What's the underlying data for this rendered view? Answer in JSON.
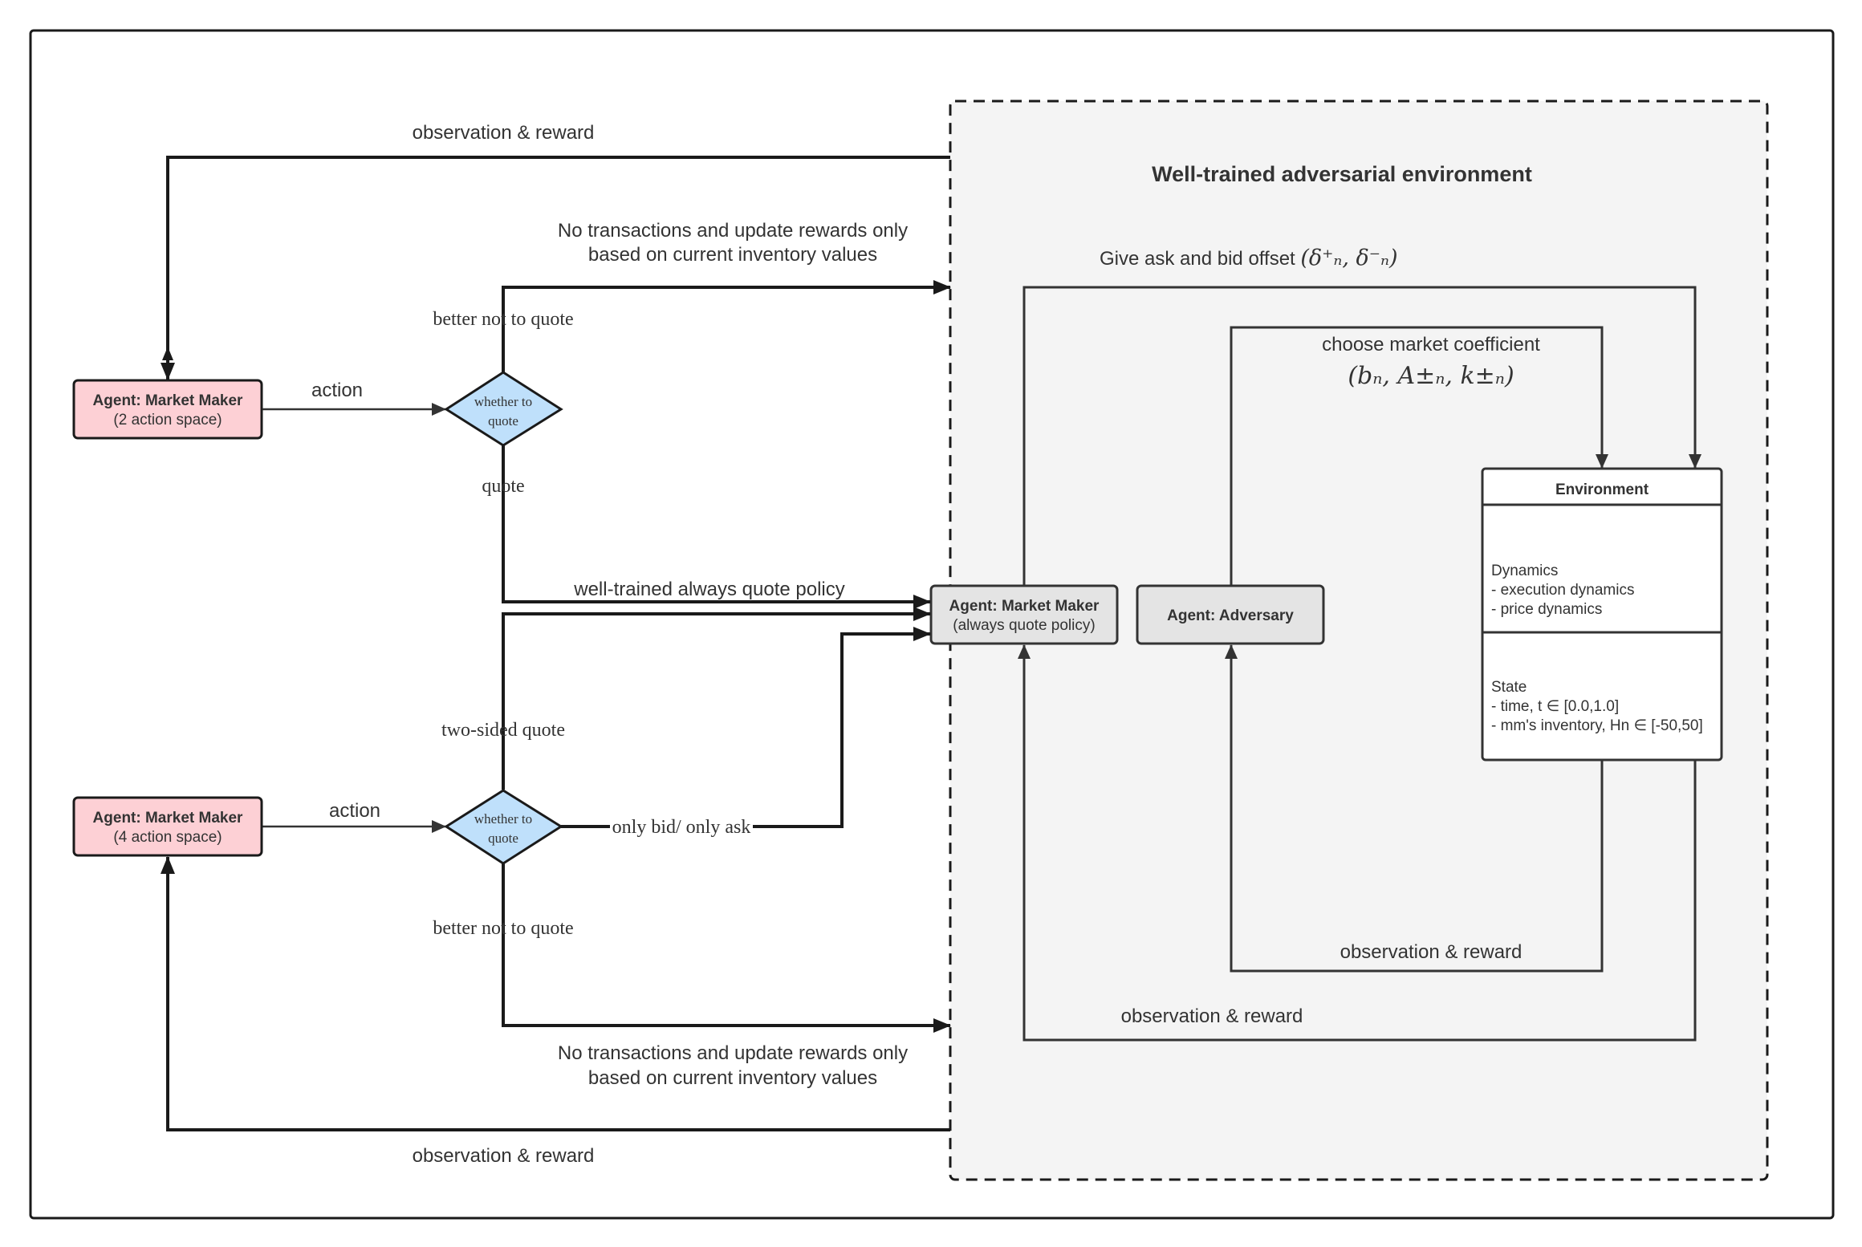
{
  "environment_panel": {
    "title": "Well-trained adversarial environment",
    "give_offset_label": "Give ask and bid offset",
    "give_offset_math": "(δ⁺ₙ, δ⁻ₙ)",
    "choose_coeff_label": "choose market coefficient",
    "choose_coeff_math": "(bₙ, A±ₙ, k±ₙ)",
    "inner_obs_reward": "observation & reward",
    "outer_obs_reward": "observation & reward"
  },
  "agents": {
    "mm_top": {
      "title": "Agent: Market Maker",
      "subtitle": "(2 action space)"
    },
    "mm_bottom": {
      "title": "Agent: Market Maker",
      "subtitle": "(4 action space)"
    },
    "mm_inner": {
      "title": "Agent: Market Maker",
      "subtitle": "(always quote policy)"
    },
    "adversary": {
      "title": "Agent: Adversary"
    }
  },
  "environment_box": {
    "title": "Environment",
    "dynamics_lines": [
      "Dynamics",
      "- execution dynamics",
      "- price dynamics"
    ],
    "state_lines": [
      "State",
      "- time, t ∈ [0.0,1.0]",
      "- mm's inventory,  Hn ∈ [-50,50]"
    ]
  },
  "decisions": {
    "top": {
      "line1": "whether to",
      "line2": "quote"
    },
    "bottom": {
      "line1": "whether to",
      "line2": "quote"
    }
  },
  "edges": {
    "top_obs_reward": "observation & reward",
    "top_action": "action",
    "top_no_transactions_line1": "No transactions and update rewards only",
    "top_no_transactions_line2": "based on current inventory values",
    "top_better_not": "better not to quote",
    "top_quote": "quote",
    "well_trained_policy": "well-trained always quote policy",
    "two_sided": "two-sided quote",
    "bottom_action": "action",
    "only_bid_ask": "only bid/ only ask",
    "bottom_better_not": "better not to quote",
    "bottom_no_transactions_line1": "No transactions and update rewards only",
    "bottom_no_transactions_line2": "based on current inventory values",
    "bottom_obs_reward": "observation & reward"
  },
  "colors": {
    "mm_fill": "#fdd0d5",
    "decision_fill": "#bfe0fb",
    "panel_fill": "#f4f4f4",
    "inner_agent_fill": "#e4e4e4",
    "stroke": "#1a1a1a"
  }
}
